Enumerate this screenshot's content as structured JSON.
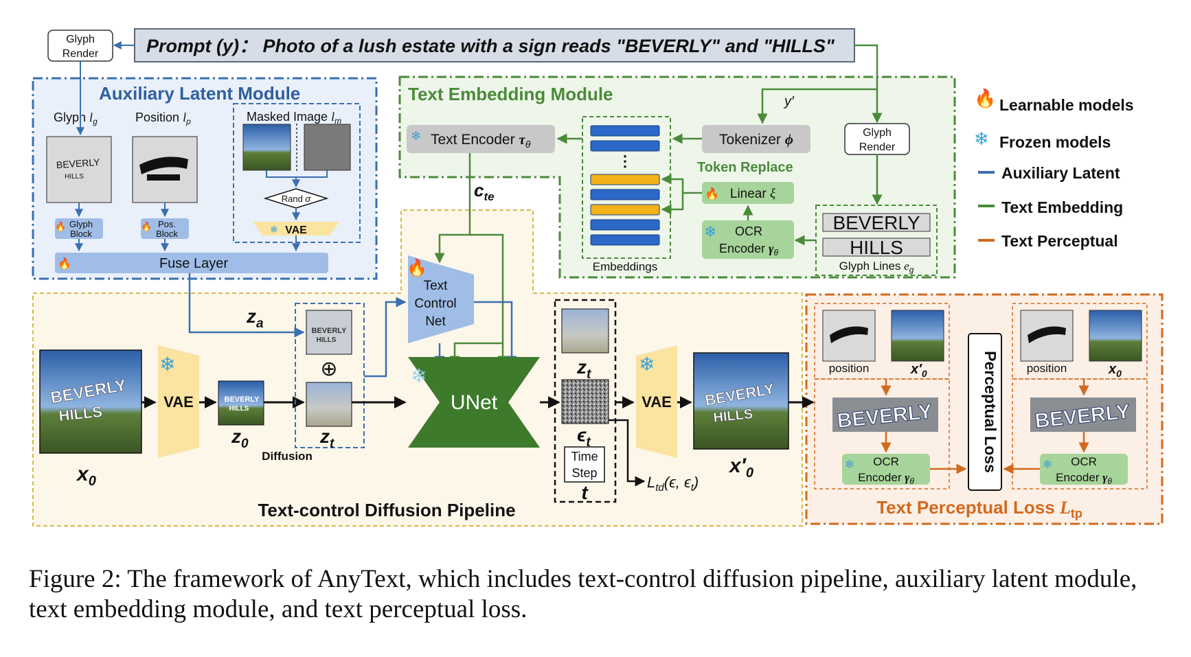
{
  "prompt": {
    "text": "Prompt (y)： Photo of a lush estate with a sign reads \"BEVERLY\" and \"HILLS\""
  },
  "glyph_render_top": {
    "line1": "Glyph",
    "line2": "Render"
  },
  "glyph_render_right": {
    "line1": "Glyph",
    "line2": "Render"
  },
  "aux_module": {
    "title": "Auxiliary Latent Module",
    "glyph_label": "Glyph",
    "glyph_sym": "l",
    "glyph_sub": "g",
    "position_label": "Position",
    "position_sym": "l",
    "position_sub": "p",
    "masked_label": "Masked Image",
    "masked_sym": "l",
    "masked_sub": "m",
    "glyph_thumb_line1": "BEVERLY",
    "glyph_thumb_line2": "HILLS",
    "glyph_block_line1": "Glyph",
    "glyph_block_line2": "Block",
    "pos_block_line1": "Pos.",
    "pos_block_line2": "Block",
    "rand_label": "Rand",
    "rand_sym": "σ",
    "vae_label": "VAE",
    "fuse_label": "Fuse Layer"
  },
  "text_embedding_module": {
    "title": "Text Embedding Module",
    "text_encoder": "Text Encoder",
    "text_encoder_sym": "τ",
    "text_encoder_sub": "θ",
    "tokenizer": "Tokenizer",
    "tokenizer_sym": "ϕ",
    "y_prime": "y′",
    "token_replace": "Token Replace",
    "linear": "Linear",
    "linear_sym": "ξ",
    "ocr_line1": "OCR",
    "ocr_line2": "Encoder",
    "ocr_sym": "γ",
    "ocr_sub": "θ",
    "embeddings": "Embeddings",
    "glyph_line1": "BEVERLY",
    "glyph_line2": "HILLS",
    "glyph_lines_label": "Glyph Lines",
    "glyph_lines_sym": "e",
    "glyph_lines_sub": "g",
    "c_te": "c",
    "c_te_sub": "te"
  },
  "legend": {
    "items": [
      {
        "label": "Learnable models",
        "kind": "flame"
      },
      {
        "label": "Frozen models",
        "kind": "snow"
      },
      {
        "label": "Auxiliary Latent",
        "kind": "line",
        "color": "#3a6fb0"
      },
      {
        "label": "Text Embedding",
        "kind": "line",
        "color": "#4a8a3a"
      },
      {
        "label": "Text Perceptual",
        "kind": "line",
        "color": "#d2691e"
      }
    ]
  },
  "pipeline": {
    "title": "Text-control Diffusion Pipeline",
    "x0": "x",
    "x0_sub": "0",
    "vae1": "VAE",
    "z0": "z",
    "z0_sub": "0",
    "diffusion": "Diffusion",
    "za": "z",
    "za_sub": "a",
    "zt": "z",
    "zt_sub": "t",
    "oplus": "⊕",
    "controlnet_line1": "Text",
    "controlnet_line2": "Control",
    "controlnet_line3": "Net",
    "unet": "UNet",
    "zt2": "z",
    "zt2_sub": "t",
    "eps": "ϵ",
    "eps_sub": "t",
    "timestep_line1": "Time",
    "timestep_line2": "Step",
    "t": "t",
    "vae2": "VAE",
    "x0p": "x′",
    "x0p_sub": "0",
    "loss": "L",
    "loss_sub": "td",
    "loss_args": "(ϵ, ϵ",
    "loss_args_sub": "t",
    "loss_close": ")",
    "photo_line1": "BEVERLY",
    "photo_line2": "HILLS"
  },
  "perceptual": {
    "title": "Text Perceptual Loss",
    "title_sym": "L",
    "title_sub": "tp",
    "position_left": "position",
    "position_right": "position",
    "x0p_left": "x′",
    "x0p_left_sub": "0",
    "x0_right": "x",
    "x0_right_sub": "0",
    "crop_left": "BEVERLY",
    "crop_right": "BEVERLY",
    "ocr_line1": "OCR",
    "ocr_line2": "Encoder",
    "ocr_sym": "γ",
    "ocr_sub": "θ",
    "ocr2_line1": "OCR",
    "ocr2_line2": "Encoder",
    "ocr2_sym": "γ",
    "ocr2_sub": "θ",
    "loss_label": "Perceptual Loss"
  },
  "caption": {
    "text": "Figure 2: The framework of AnyText, which includes text-control diffusion pipeline, auxiliary latent module, text embedding module, and text perceptual loss."
  },
  "colors": {
    "aux_blue": "#3a6fb0",
    "embed_green": "#4a8a3a",
    "percept_orange": "#d2691e",
    "unet_green": "#3e7a2c",
    "vae_yellow": "#fbe3a0",
    "module_blue_bg": "#e9f0fa",
    "module_green_bg": "#eef6ea",
    "pipeline_bg": "#fdf7ea",
    "percept_bg": "#fcefe5"
  }
}
